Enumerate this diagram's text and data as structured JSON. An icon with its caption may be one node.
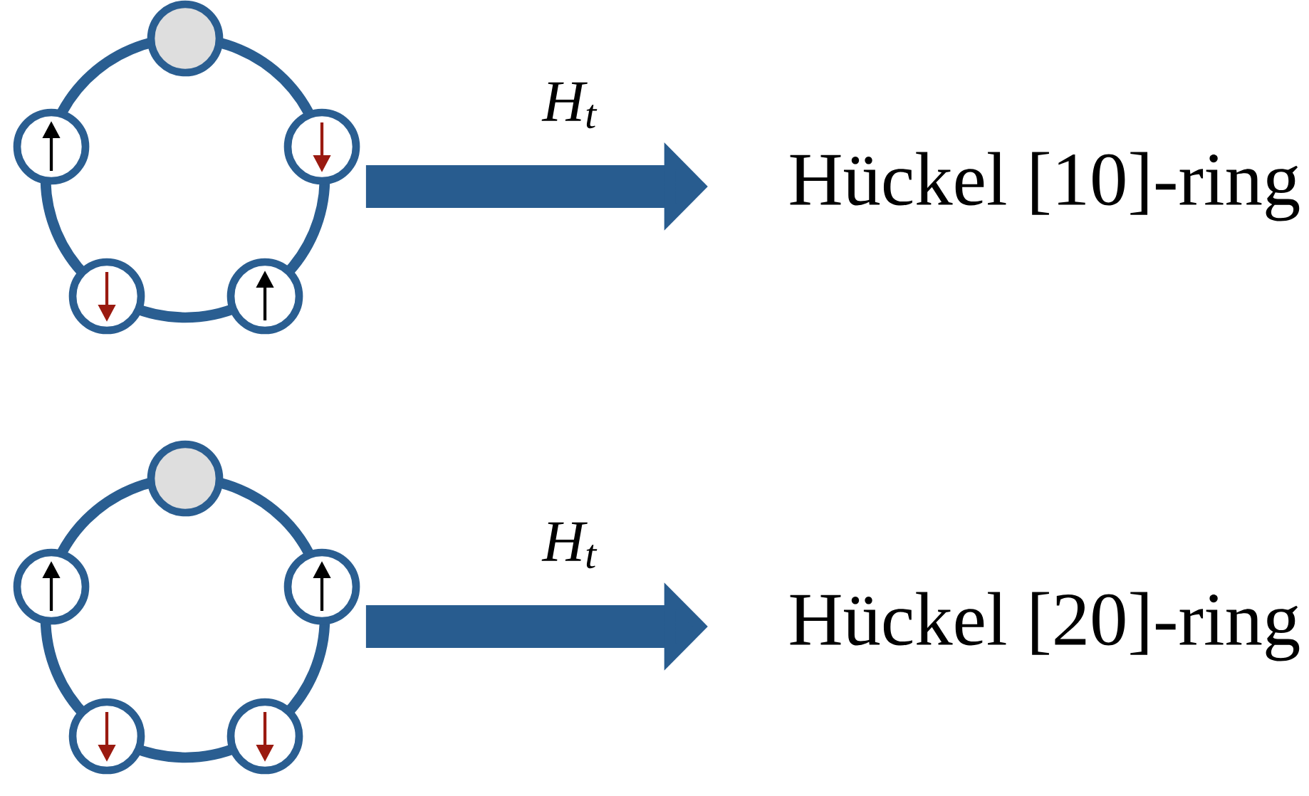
{
  "diagram": {
    "nodes": [
      {
        "text": [],
        "shape": "picture"
      },
      {
        "text": [
          "Hückel [10]-ring"
        ]
      },
      {
        "text": [],
        "shape": "picture"
      },
      {
        "text": [
          "Hückel [20]-ring"
        ]
      }
    ],
    "edges": [
      {
        "from": 0,
        "to": 1,
        "arrow": "to",
        "label": "H$_{t}$"
      },
      {
        "from": 2,
        "to": 3,
        "arrow": "to",
        "label": "H$_{t}$"
      }
    ]
  }
}
